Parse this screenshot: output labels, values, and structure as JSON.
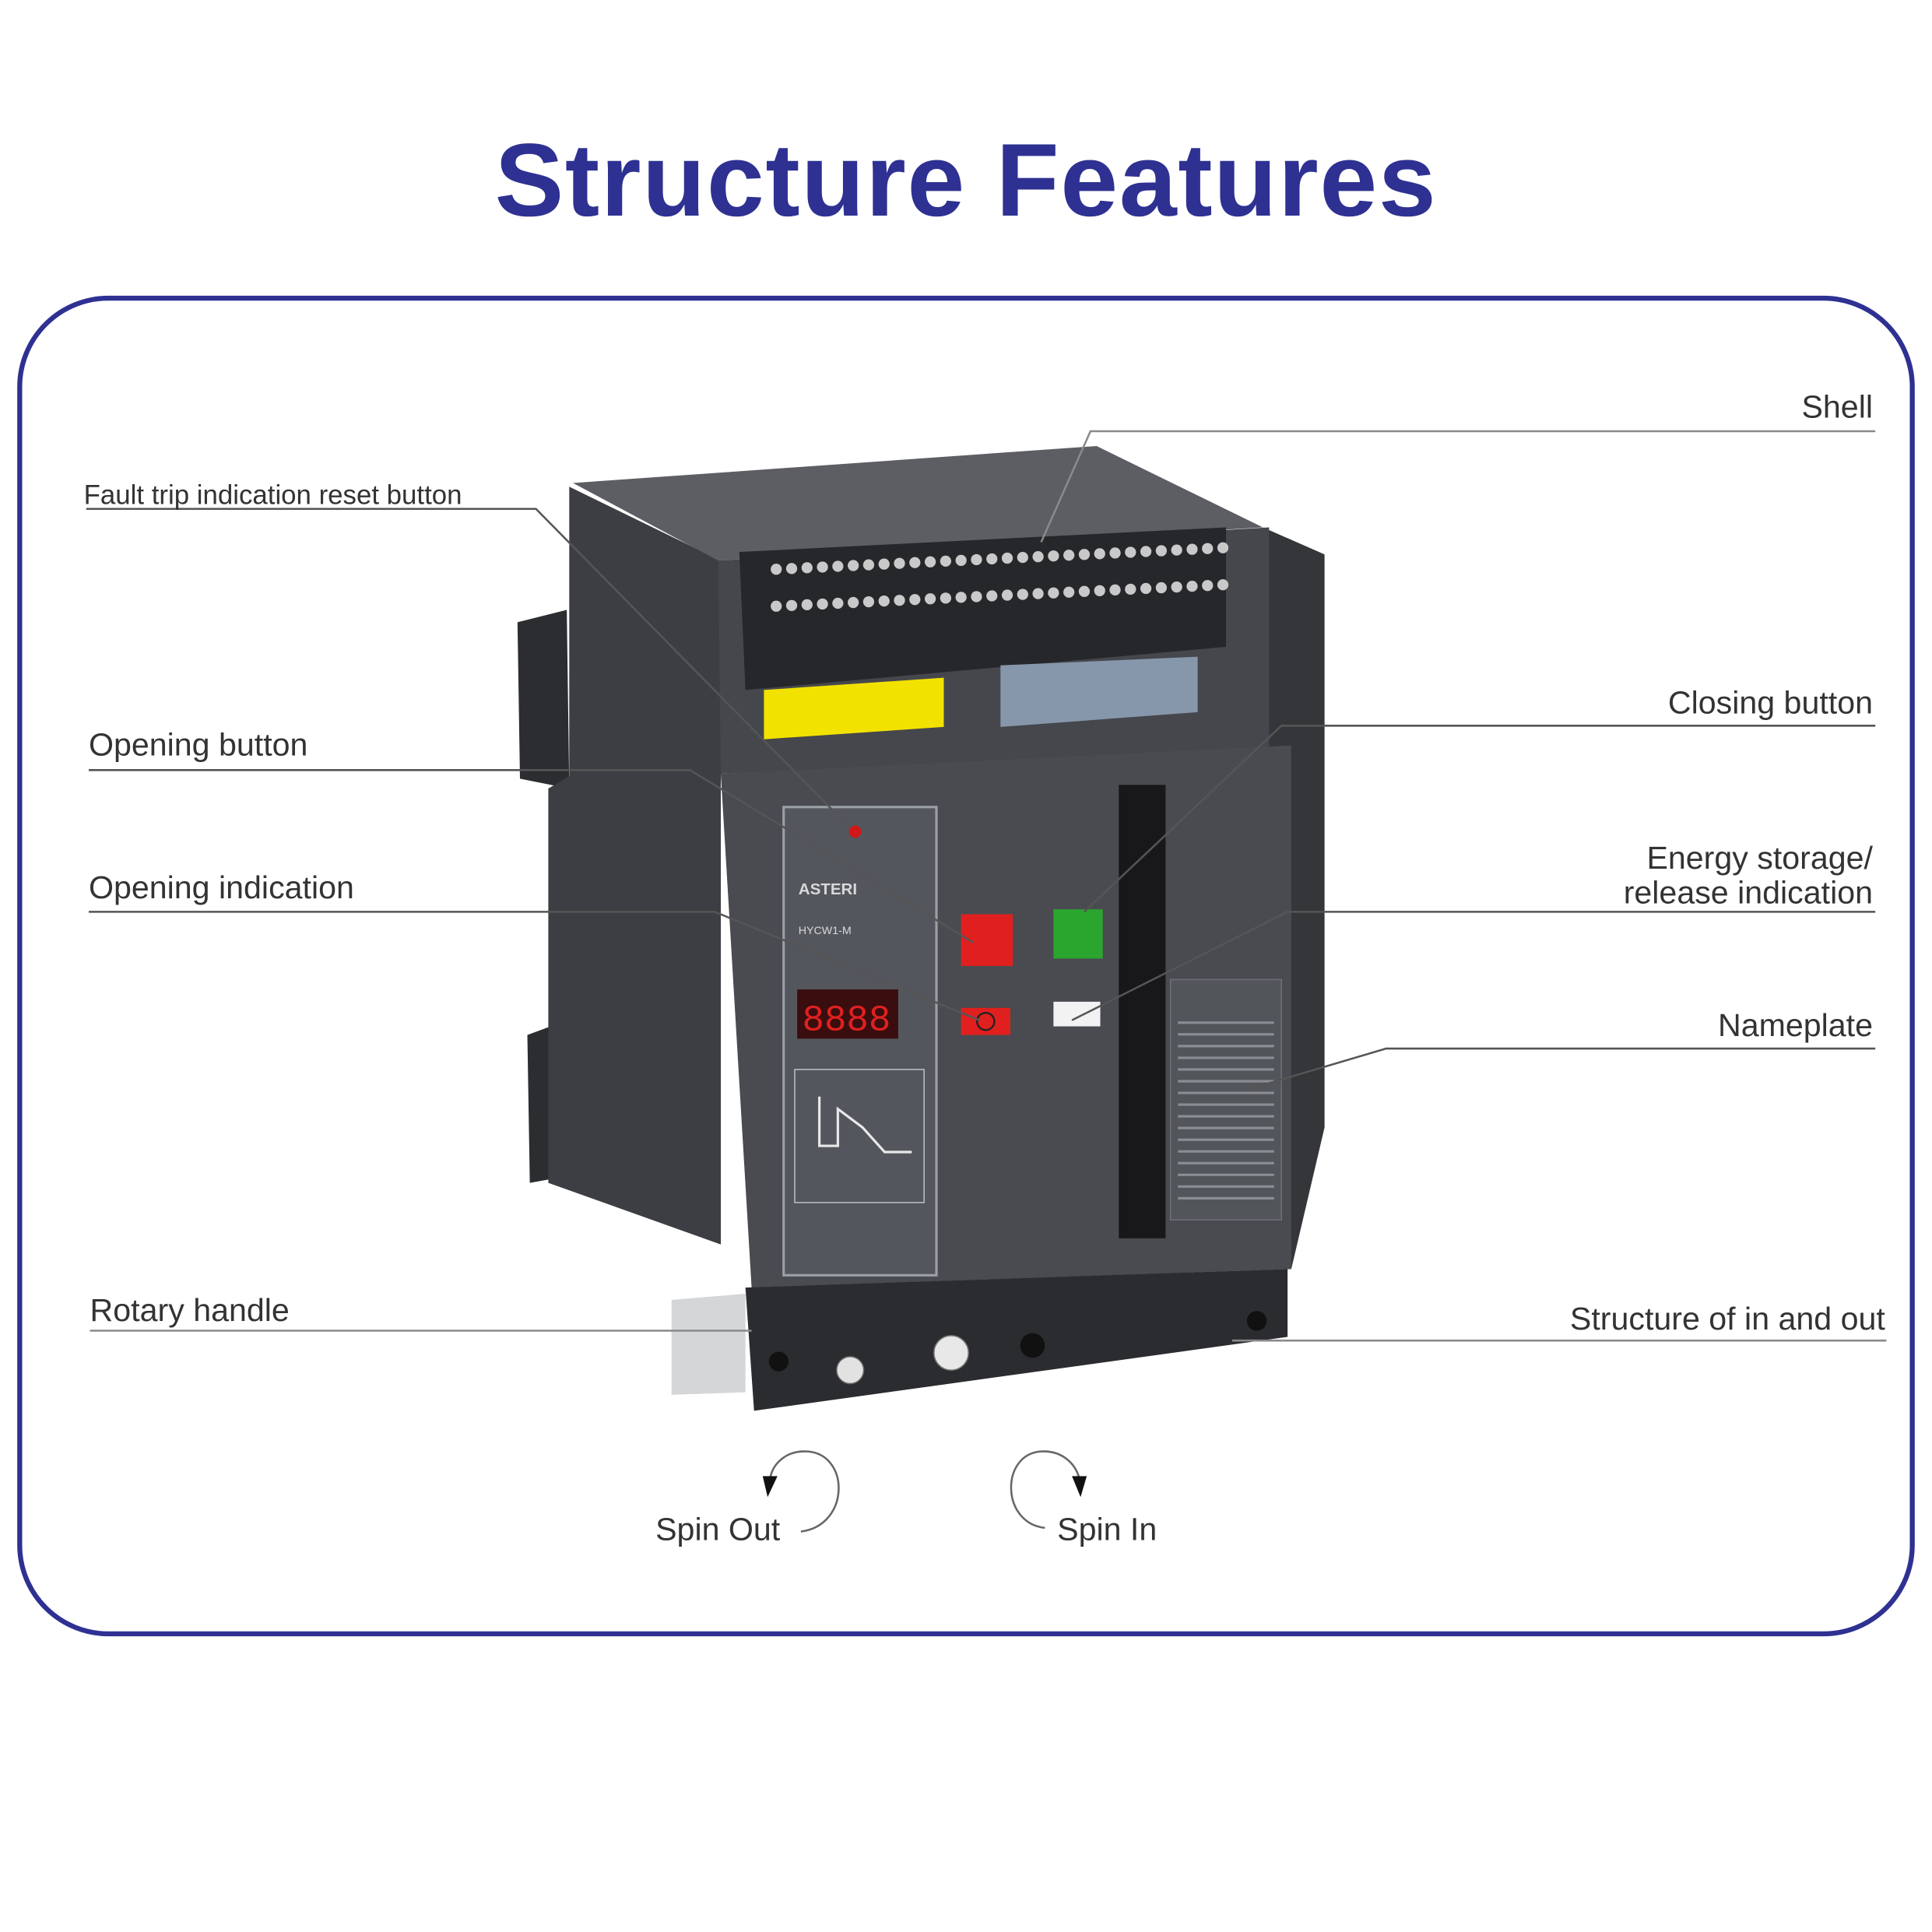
{
  "title": "Structure Features",
  "labels": {
    "shell": "Shell",
    "fault_trip": "Fault trip indication reset button",
    "opening_button": "Opening button",
    "closing_button": "Closing button",
    "opening_indication": "Opening indication",
    "energy_line1": "Energy storage/",
    "energy_line2": "release indication",
    "nameplate": "Nameplate",
    "rotary_handle": "Rotary handle",
    "in_out": "Structure of in and out"
  },
  "rotation": {
    "spin_out": "Spin Out",
    "spin_in": "Spin In"
  },
  "device": {
    "brand": "ASTERI",
    "controller_model": "HYCW1-M",
    "display_value": "8888"
  },
  "colors": {
    "accent": "#2e3192",
    "leader": "#8a8a8a",
    "open_red": "#e0201e",
    "close_green": "#2aa52e"
  }
}
